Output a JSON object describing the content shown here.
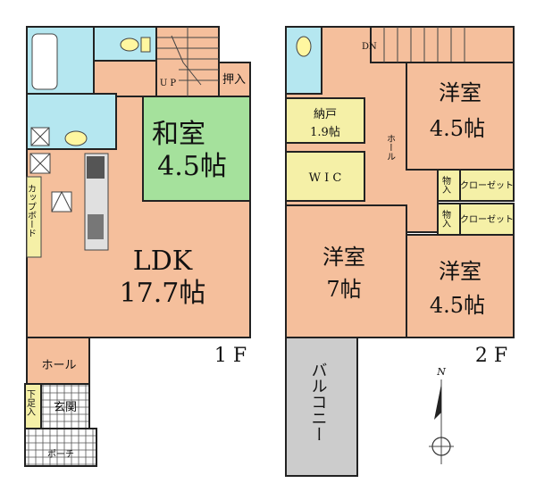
{
  "colors": {
    "room": "#f5bf9c",
    "tatami": "#a5e19c",
    "storage": "#f5f0a7",
    "wet": "#b5e7f0",
    "balcony": "#cccccc",
    "wall": "#222222"
  },
  "floor1": {
    "label": "1 F",
    "ldk": {
      "name": "LDK",
      "area": "17.7帖"
    },
    "washitsu": {
      "name": "和室",
      "area": "4.5帖"
    },
    "oshiire": "押入",
    "up": "U P",
    "cupboard": "カップボード",
    "hall": "ホール",
    "genkan": "玄関",
    "shoe_storage": "下足入",
    "porch": "ポーチ"
  },
  "floor2": {
    "label": "2 F",
    "dn": "DN",
    "nando": {
      "name": "納戸",
      "area": "1.9帖"
    },
    "wic": "W I C",
    "hall": "ホール",
    "yoshitsu_ne": {
      "name": "洋室",
      "area": "4.5帖"
    },
    "yoshitsu_c": {
      "name": "洋室",
      "area": "7帖"
    },
    "yoshitsu_se": {
      "name": "洋室",
      "area": "4.5帖"
    },
    "mono1": "物入",
    "mono2": "物入",
    "closet1": "クローゼット",
    "closet2": "クローゼット",
    "balcony": "バルコニー"
  },
  "compass": {
    "north": "N",
    "icon": "compass-icon"
  }
}
